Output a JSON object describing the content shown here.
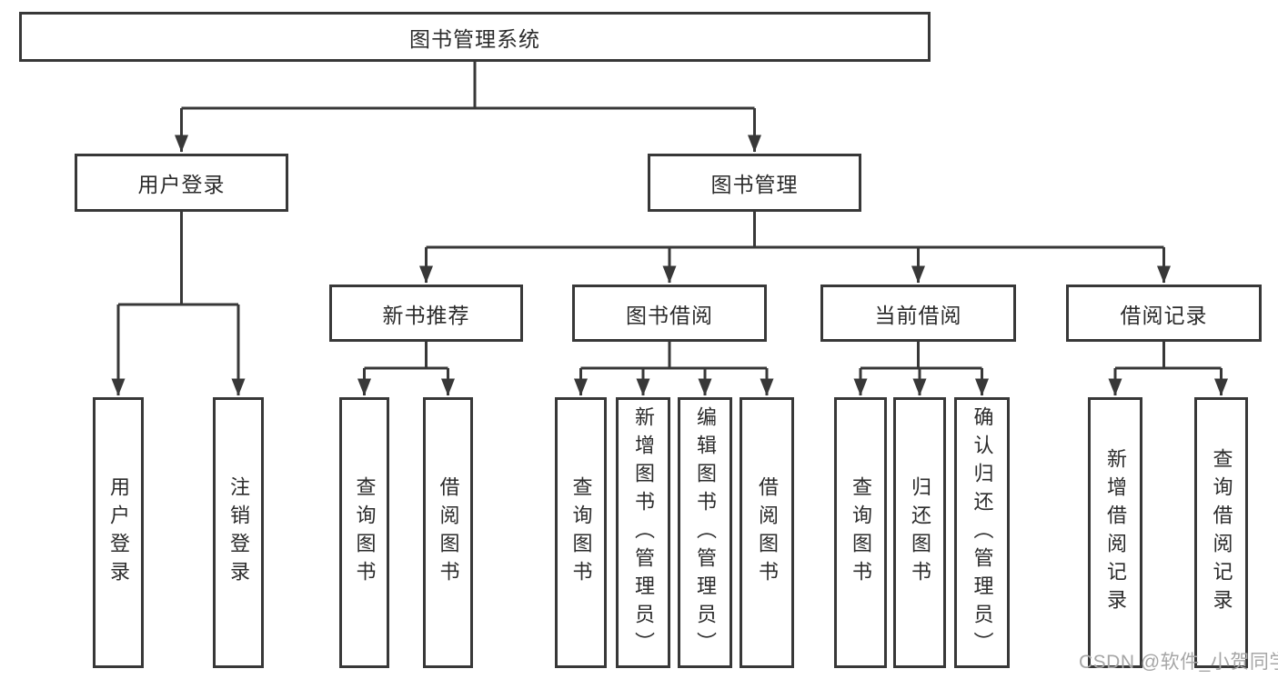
{
  "diagram": {
    "root": {
      "label": "图书管理系统"
    },
    "branches": {
      "user_login": {
        "label": "用户登录"
      },
      "book_management": {
        "label": "图书管理"
      }
    },
    "modules": {
      "new_book_recommend": {
        "label": "新书推荐"
      },
      "book_borrow": {
        "label": "图书借阅"
      },
      "current_borrow": {
        "label": "当前借阅"
      },
      "borrow_records": {
        "label": "借阅记录"
      }
    },
    "leaves": {
      "user_login_action": {
        "label": "用户登录"
      },
      "logout_action": {
        "label": "注销登录"
      },
      "query_books_recommend": {
        "label": "查询图书"
      },
      "borrow_books_recommend": {
        "label": "借阅图书"
      },
      "query_books_borrow": {
        "label": "查询图书"
      },
      "add_books_admin": {
        "label": "新增图书（管理员）"
      },
      "edit_books_admin": {
        "label": "编辑图书（管理员）"
      },
      "borrow_books": {
        "label": "借阅图书"
      },
      "query_books_current": {
        "label": "查询图书"
      },
      "return_books": {
        "label": "归还图书"
      },
      "confirm_return_admin": {
        "label": "确认归还（管理员）"
      },
      "add_borrow_record": {
        "label": "新增借阅记录"
      },
      "query_borrow_record": {
        "label": "查询借阅记录"
      }
    }
  },
  "watermark": {
    "text": "CSDN @软件_小贺同学"
  },
  "colors": {
    "line": "#383838",
    "box_border": "#383838",
    "text": "#2b2b2b",
    "watermark": "#a6a6a6",
    "background": "#ffffff"
  }
}
